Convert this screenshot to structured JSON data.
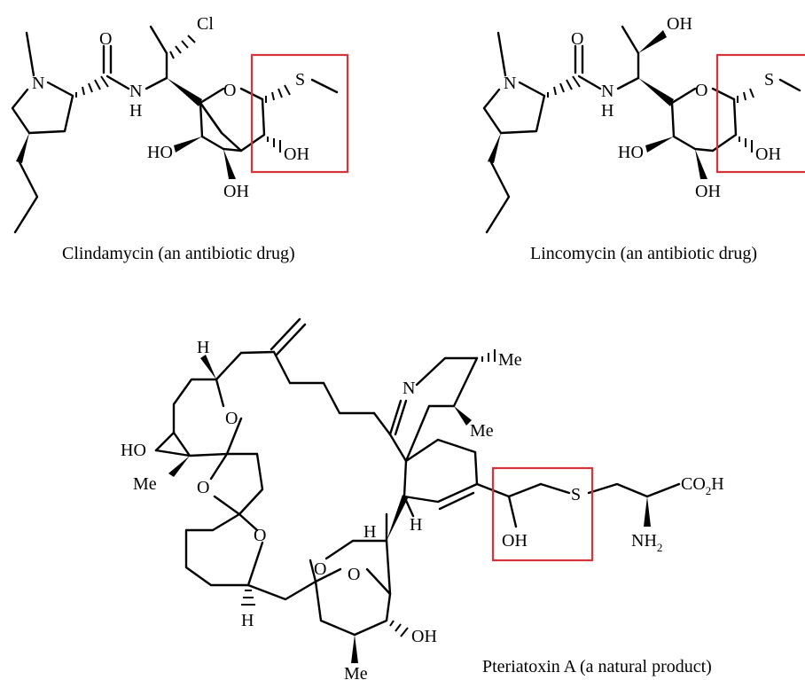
{
  "molecules": {
    "clindamycin": {
      "caption": "Clindamycin (an antibiotic drug)",
      "atoms": {
        "n": "N",
        "o_carbonyl": "O",
        "nh_n": "N",
        "nh_h": "H",
        "cl": "Cl",
        "o_ring": "O",
        "s": "S",
        "ho_left": "HO",
        "oh_right": "OH",
        "oh_bottom": "OH"
      }
    },
    "lincomycin": {
      "caption": "Lincomycin (an antibiotic drug)",
      "atoms": {
        "n": "N",
        "o_carbonyl": "O",
        "nh_n": "N",
        "nh_h": "H",
        "oh_top": "OH",
        "o_ring": "O",
        "s": "S",
        "ho_left": "HO",
        "oh_right": "OH",
        "oh_bottom": "OH"
      }
    },
    "pteriatoxin": {
      "caption": "Pteriatoxin A (a natural product)",
      "atoms": {
        "h_top": "H",
        "o_pyran": "O",
        "ho": "HO",
        "me_left": "Me",
        "o_furan": "O",
        "o_pyran2": "O",
        "h_bottom": "H",
        "n_imine": "N",
        "me_top": "Me",
        "me_mid": "Me",
        "h_center": "H",
        "h_center2": "H",
        "o_bicyclic_left": "O",
        "o_bicyclic_right": "O",
        "oh_bottom": "OH",
        "me_bottom": "Me",
        "oh_side": "OH",
        "s": "S",
        "co2h": "CO",
        "co2h_sub": "2",
        "co2h_h": "H",
        "nh2": "NH",
        "nh2_sub": "2"
      }
    }
  },
  "colors": {
    "highlight": "#d9333a",
    "ink": "#000000",
    "background": "#ffffff"
  }
}
